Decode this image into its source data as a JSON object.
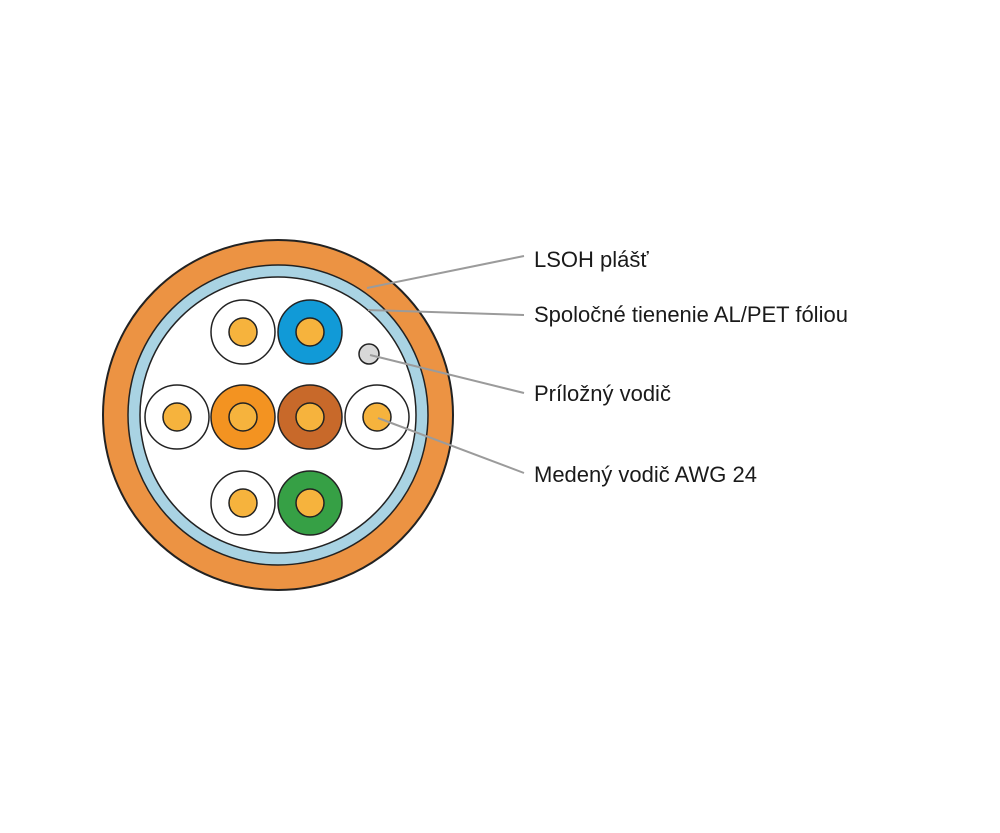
{
  "labels": {
    "jacket": "LSOH plášť",
    "shield": "Spoločné tienenie AL/PET fóliou",
    "drain": "Príložný vodič",
    "conductor": "Medený vodič AWG 24"
  },
  "colors": {
    "jacket": "#ec9343",
    "shield": "#a9d3e3",
    "core_fill": "#ffffff",
    "copper": "#f6b33d",
    "drain_wire": "#d8d8d8",
    "pair_blue": "#119ad7",
    "pair_orange": "#f39321",
    "pair_brown": "#c8692a",
    "pair_green": "#36a045",
    "pair_white": "#ffffff",
    "outline": "#222222",
    "leader": "#9b9b9b"
  }
}
